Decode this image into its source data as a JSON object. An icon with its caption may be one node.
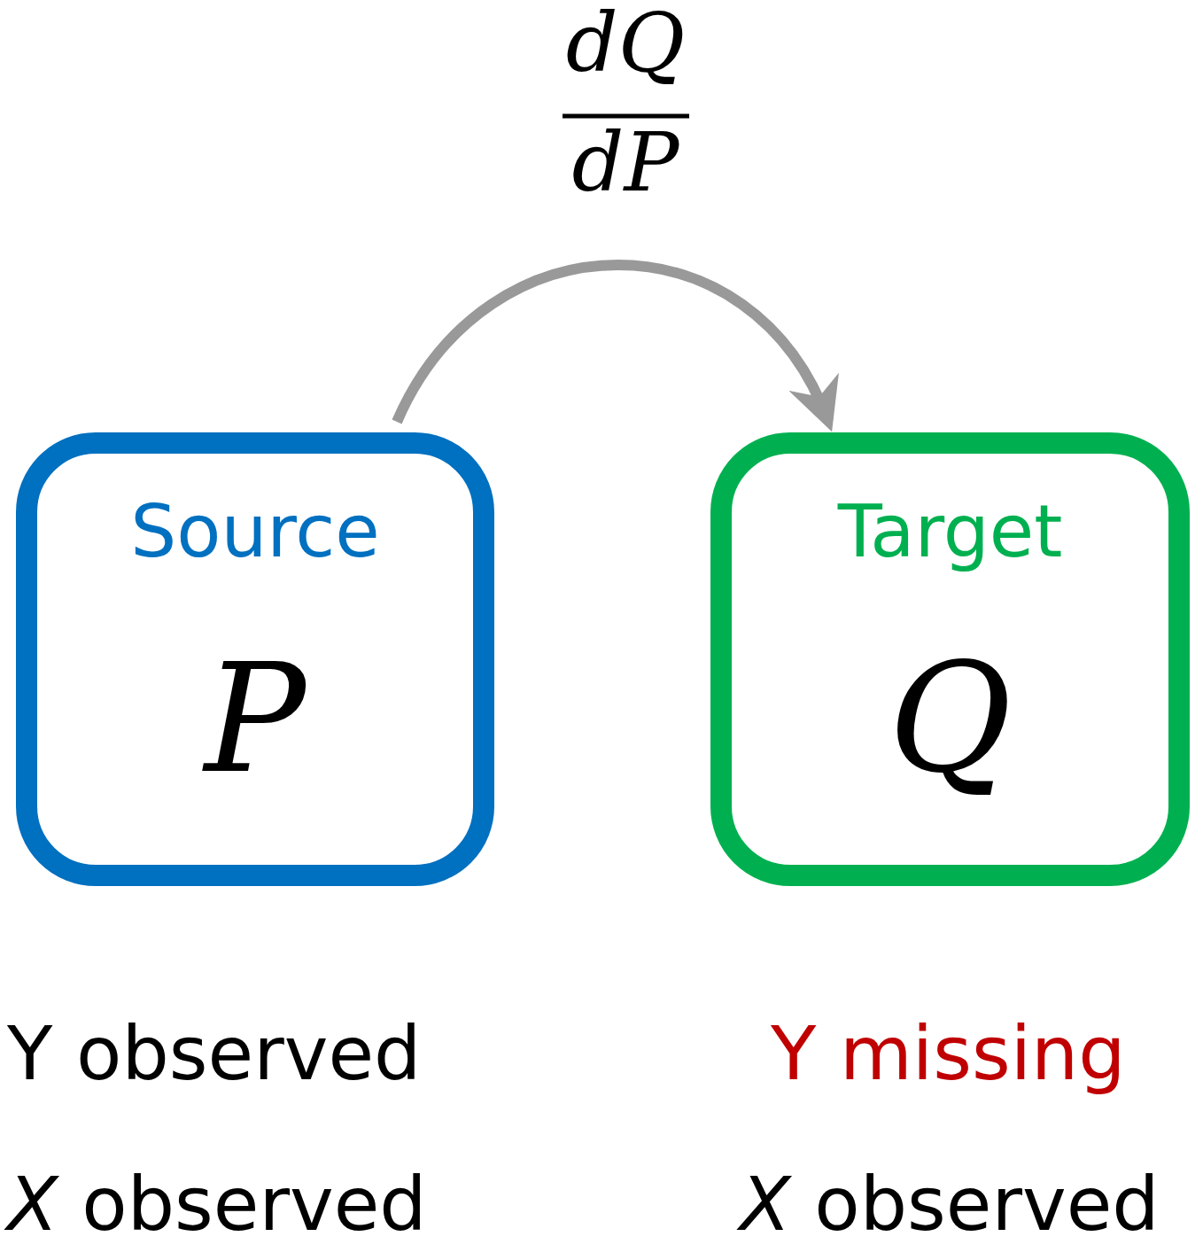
{
  "diagram": {
    "nodes": [
      {
        "text": [
          "Source",
          "P"
        ]
      },
      {
        "text": [
          "Target",
          "Q"
        ]
      }
    ],
    "edges": [
      {
        "from": 0,
        "to": 1,
        "arrow": "to"
      }
    ],
    "labels": [
      "dQ",
      "dP",
      "Y observed",
      "*X* observed",
      "Y missing",
      "*X* observed"
    ]
  }
}
